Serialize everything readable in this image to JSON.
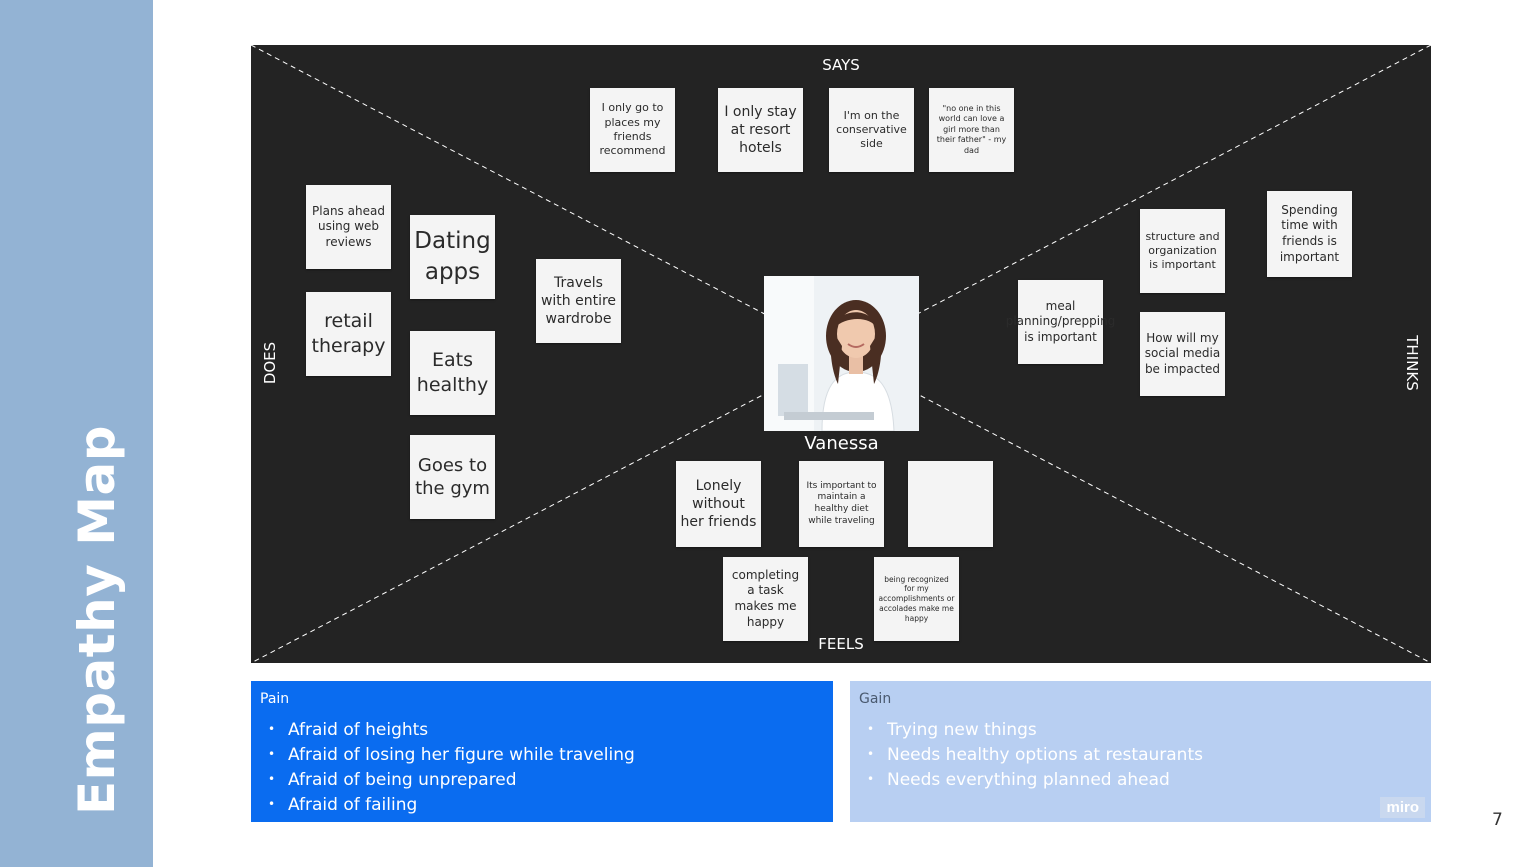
{
  "sidebar": {
    "title": "Empathy Map"
  },
  "board": {
    "quadrants": {
      "says": "SAYS",
      "does": "DOES",
      "thinks": "THINKS",
      "feels": "FEELS"
    },
    "persona": {
      "name": "Vanessa"
    },
    "says_notes": [
      "I only go to places my friends recommend",
      "I only stay at resort hotels",
      "I'm on the conservative side",
      "\"no one in this world can love a girl more than their father\" - my dad"
    ],
    "does_notes": [
      "Plans ahead using web reviews",
      "Dating apps",
      "retail therapy",
      "Eats healthy",
      "Goes to the gym",
      "Travels with entire wardrobe"
    ],
    "thinks_notes": [
      "structure and organization is important",
      "Spending time with friends is important",
      "meal planning/prepping is important",
      "How will my social media be impacted"
    ],
    "feels_notes": [
      "Lonely without her friends",
      "Its important to maintain a healthy diet while traveling",
      "",
      "completing a task makes me happy",
      "being recognized for my accomplishments or accolades make me happy"
    ]
  },
  "pain": {
    "title": "Pain",
    "items": [
      "Afraid of heights",
      "Afraid of losing her figure while traveling",
      "Afraid of being unprepared",
      "Afraid of failing"
    ]
  },
  "gain": {
    "title": "Gain",
    "items": [
      "Trying new things",
      "Needs healthy options at restaurants",
      "Needs everything planned ahead"
    ]
  },
  "badge": "miro",
  "page_number": "7",
  "colors": {
    "sidebar": "#93b3d4",
    "board": "#232323",
    "note": "#f4f4f4",
    "pain": "#0a6cf0",
    "gain": "#b8cff2"
  }
}
